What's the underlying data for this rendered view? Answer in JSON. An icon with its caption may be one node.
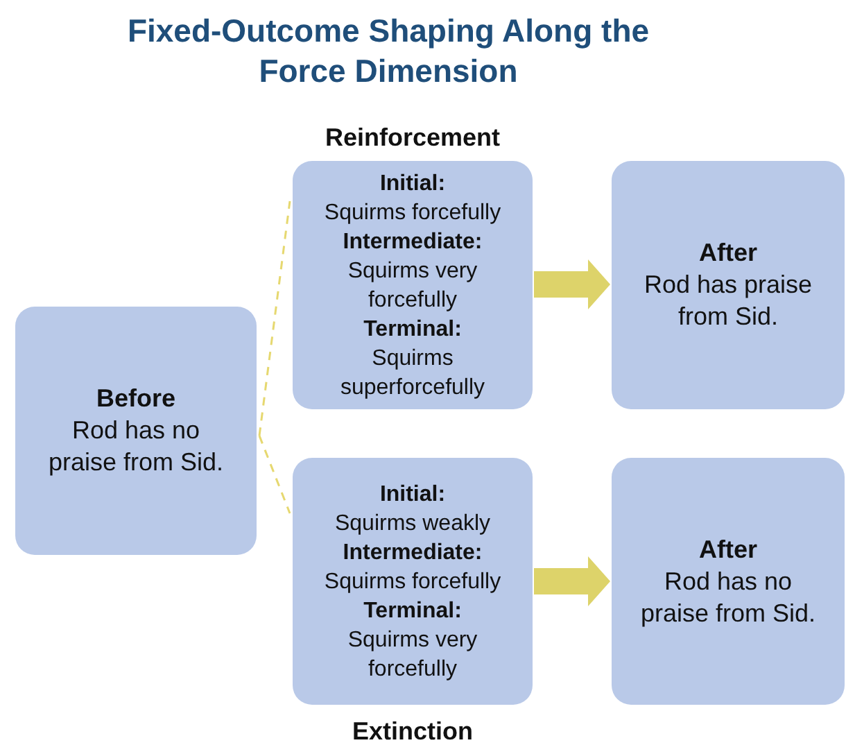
{
  "diagram": {
    "title": "Fixed-Outcome Shaping Along the Force Dimension",
    "nodes": [
      {
        "text": [
          "Before",
          "Rod has no praise from Sid."
        ]
      },
      {
        "text": [
          "Initial:",
          "Squirms forcefully",
          "Intermediate:",
          "Squirms very forcefully",
          "Terminal:",
          "Squirms superforcefully"
        ],
        "beside": [
          "Reinforcement"
        ]
      },
      {
        "text": [
          "After",
          "Rod has praise from Sid."
        ]
      },
      {
        "text": [
          "Initial:",
          "Squirms weakly",
          "Intermediate:",
          "Squirms forcefully",
          "Terminal:",
          "Squirms very forcefully"
        ],
        "beside": [
          "Extinction"
        ]
      },
      {
        "text": [
          "After",
          "Rod has no praise from Sid."
        ]
      }
    ],
    "edges": [
      {
        "from": 0,
        "to": 1,
        "arrow": "none",
        "style": "dashed"
      },
      {
        "from": 0,
        "to": 3,
        "arrow": "none",
        "style": "dashed"
      },
      {
        "from": 1,
        "to": 2,
        "arrow": "to",
        "style": "thick"
      },
      {
        "from": 3,
        "to": 4,
        "arrow": "to",
        "style": "thick"
      }
    ]
  }
}
